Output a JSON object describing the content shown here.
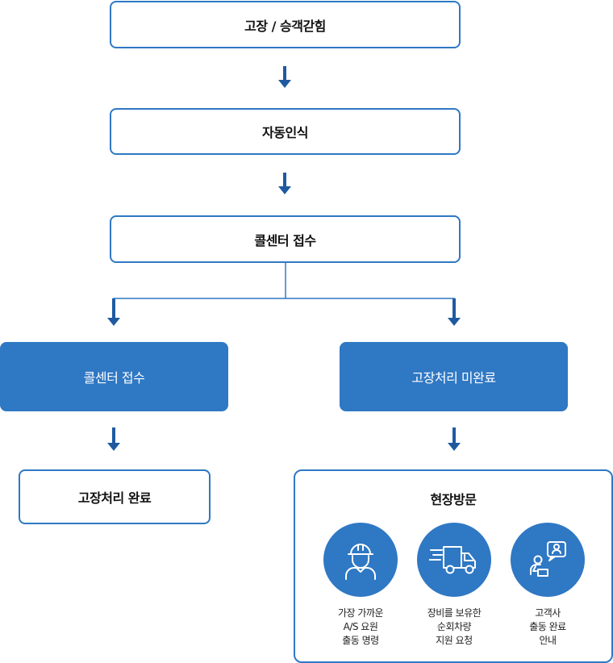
{
  "colors": {
    "accent": "#2f78c4",
    "arrow": "#1f5aa0",
    "line": "#2f78c4"
  },
  "nodes": {
    "breakdown": "고장 / 승객갇힘",
    "auto_detect": "자동인식",
    "callcenter": "콜센터 접수",
    "callcenter_branch": "콜센터 접수",
    "unresolved": "고장처리 미완료",
    "resolved": "고장처리 완료"
  },
  "visit": {
    "title": "현장방문",
    "items": [
      {
        "icon": "technician-helmet-icon",
        "label": "가장 가까운\nA/S 요원\n출동 명령"
      },
      {
        "icon": "delivery-truck-icon",
        "label": "장비를 보유한\n순회차량\n지원 요청"
      },
      {
        "icon": "customer-support-icon",
        "label": "고객사\n출동 완료\n안내"
      }
    ]
  }
}
